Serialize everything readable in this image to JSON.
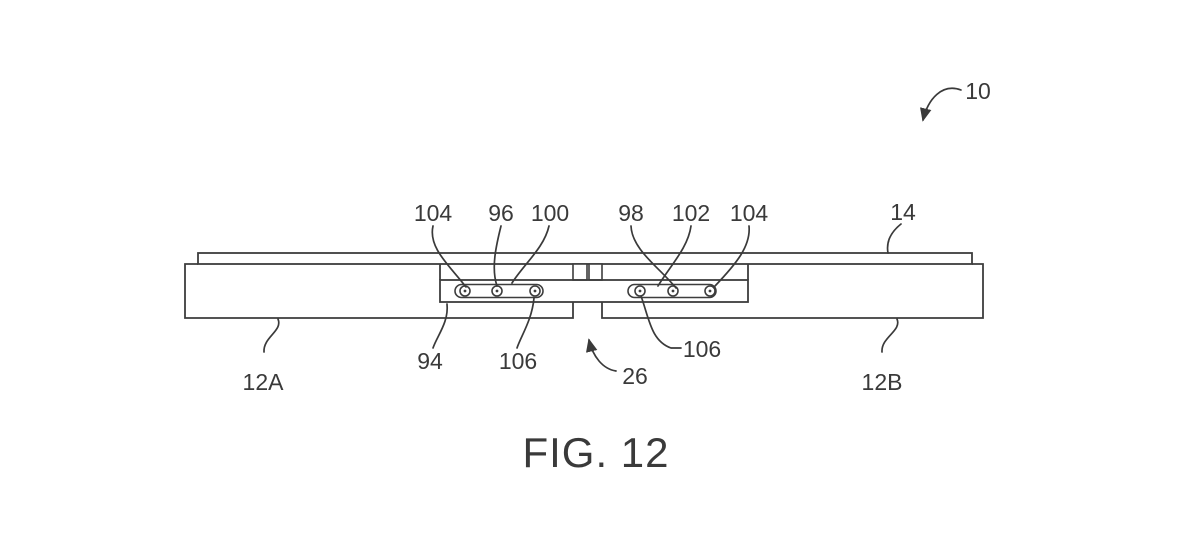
{
  "caption": "FIG. 12",
  "labels": {
    "assembly_10": "10",
    "layer_14": "14",
    "housing_12A": "12A",
    "housing_12B": "12B",
    "gap_26": "26",
    "bracket_94": "94",
    "ref_96": "96",
    "ref_98": "98",
    "ref_100": "100",
    "ref_102": "102",
    "ref_104_left": "104",
    "ref_104_right": "104",
    "ref_106_left": "106",
    "ref_106_right": "106"
  },
  "colors": {
    "line": "#3d3d3d",
    "text": "#3a3a3a",
    "background": "#ffffff"
  }
}
